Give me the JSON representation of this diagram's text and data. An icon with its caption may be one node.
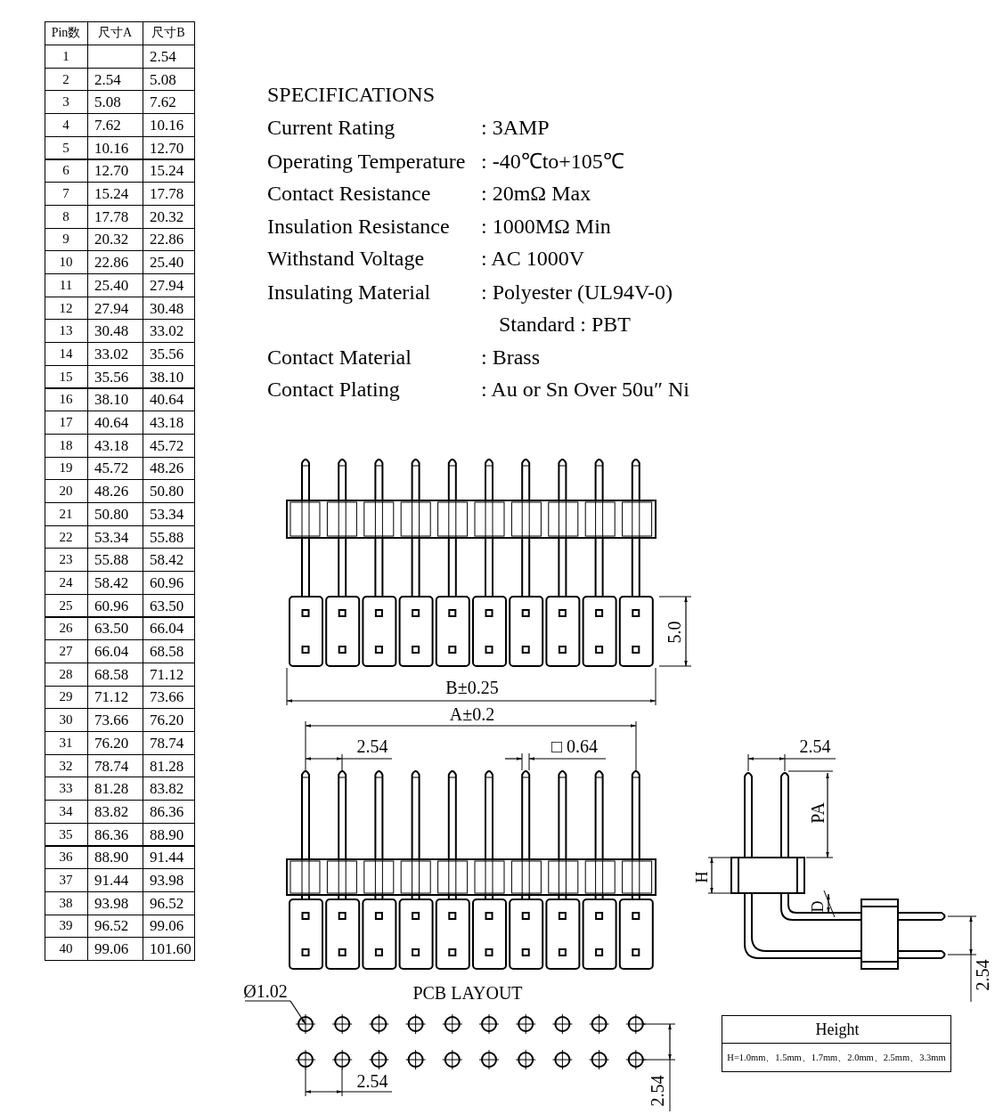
{
  "diagram": {
    "labels": [
      "Pin数",
      "尺寸A",
      "尺寸B",
      "1",
      "2.54",
      "2",
      "2.54",
      "5.08",
      "3",
      "5.08",
      "7.62",
      "4",
      "7.62",
      "10.16",
      "5",
      "10.16",
      "12.70",
      "6",
      "12.70",
      "15.24",
      "7",
      "15.24",
      "17.78",
      "8",
      "17.78",
      "20.32",
      "9",
      "20.32",
      "22.86",
      "10",
      "22.86",
      "25.40",
      "11",
      "25.40",
      "27.94",
      "12",
      "27.94",
      "30.48",
      "13",
      "30.48",
      "33.02",
      "14",
      "33.02",
      "35.56",
      "15",
      "35.56",
      "38.10",
      "16",
      "38.10",
      "40.64",
      "17",
      "40.64",
      "43.18",
      "18",
      "43.18",
      "45.72",
      "19",
      "45.72",
      "48.26",
      "20",
      "48.26",
      "50.80",
      "21",
      "50.80",
      "53.34",
      "22",
      "53.34",
      "55.88",
      "23",
      "55.88",
      "58.42",
      "24",
      "58.42",
      "60.96",
      "25",
      "60.96",
      "63.50",
      "26",
      "63.50",
      "66.04",
      "27",
      "66.04",
      "68.58",
      "28",
      "68.58",
      "71.12",
      "29",
      "71.12",
      "73.66",
      "30",
      "73.66",
      "76.20",
      "31",
      "76.20",
      "78.74",
      "32",
      "78.74",
      "81.28",
      "33",
      "81.28",
      "83.82",
      "34",
      "83.82",
      "86.36",
      "35",
      "86.36",
      "88.90",
      "36",
      "88.90",
      "91.44",
      "37",
      "91.44",
      "93.98",
      "38",
      "93.98",
      "96.52",
      "39",
      "96.52",
      "99.06",
      "40",
      "99.06",
      "101.60",
      "SPECIFICATIONS",
      "Current Rating",
      ": 3AMP",
      "Operating Temperature",
      ": -40℃to+105℃",
      "Contact Resistance",
      ": 20mΩ Max",
      "Insulation Resistance",
      ": 1000MΩ Min",
      "Withstand Voltage",
      ": AC 1000V",
      "Insulating Material",
      ": Polyester (UL94V-0)",
      "Standard : PBT",
      "Contact Material",
      ": Brass",
      "Contact Plating",
      ": Au or Sn Over 50u″ Ni",
      "5.0",
      "B±0.25",
      "A±0.2",
      "2.54",
      "□ 0.64",
      "2.54",
      "PA",
      "H",
      "D",
      "2.54",
      "Ø1.02",
      "PCB LAYOUT",
      "2.54",
      "2.54",
      "Height",
      "H=1.0mm、1.5mm、1.7mm、2.0mm、2.5mm、3.3mm"
    ]
  }
}
